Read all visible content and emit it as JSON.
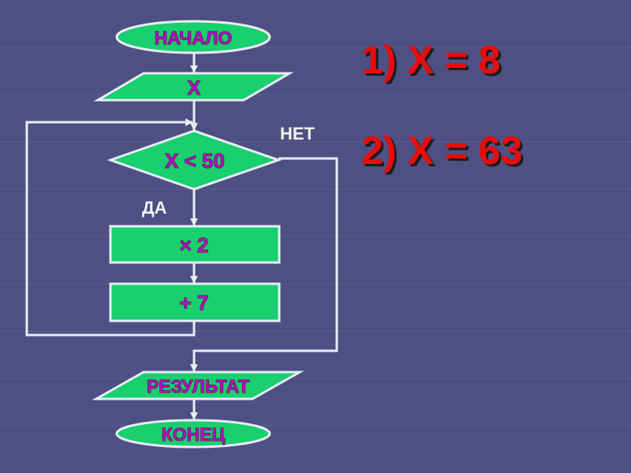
{
  "flowchart": {
    "start": "НАЧАЛО",
    "input": "X",
    "condition": "X < 50",
    "yes_label": "ДА",
    "no_label": "НЕТ",
    "step1": "× 2",
    "step2": "+ 7",
    "output": "РЕЗУЛЬТАТ",
    "end": "КОНЕЦ"
  },
  "answers": [
    "1) X = 8",
    "2) X = 63"
  ],
  "colors": {
    "background": "#4e4f82",
    "shape_fill": "#19cf6e",
    "shape_text": "#b010b8",
    "answer_text": "#e80808"
  }
}
